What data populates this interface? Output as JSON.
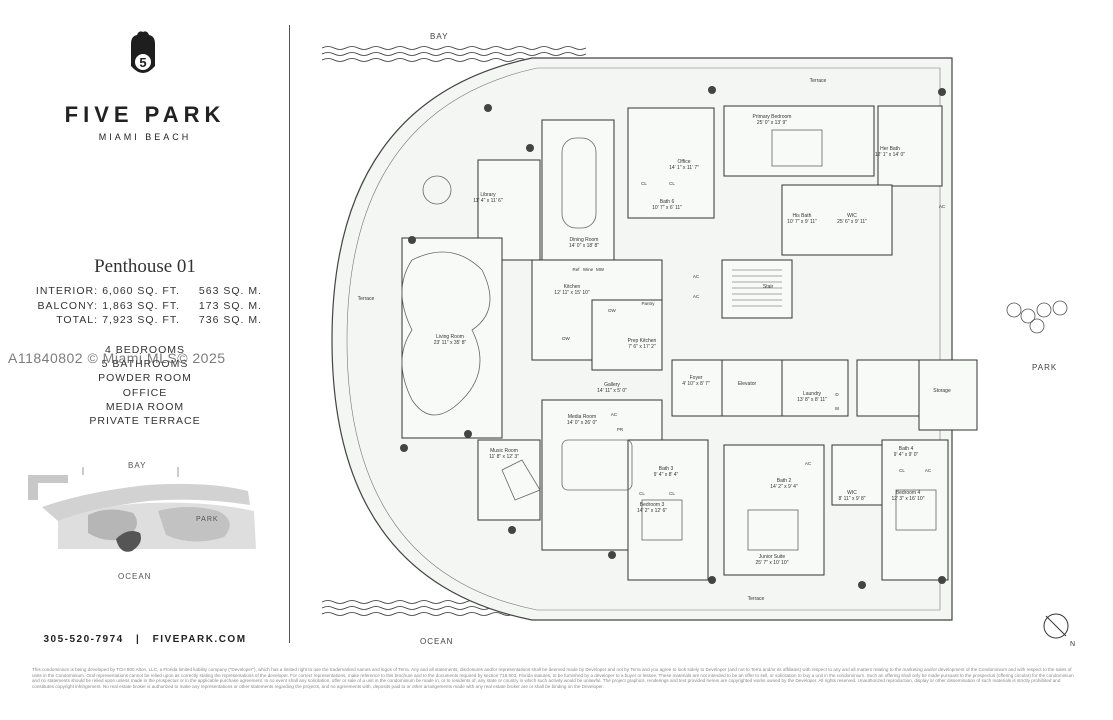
{
  "brand": {
    "name": "FIVE PARK",
    "location": "MIAMI BEACH",
    "logo_numeral": "5"
  },
  "unit": {
    "title": "Penthouse 01"
  },
  "areas": [
    {
      "label": "INTERIOR:",
      "sqft": "6,060 SQ. FT.",
      "sqm": "563 SQ. M."
    },
    {
      "label": "BALCONY:",
      "sqft": "1,863 SQ. FT.",
      "sqm": "173 SQ. M."
    },
    {
      "label": "TOTAL:",
      "sqft": "7,923 SQ. FT.",
      "sqm": "736 SQ. M."
    }
  ],
  "features": [
    "4 BEDROOMS",
    "5 BATHROOMS",
    "POWDER ROOM",
    "OFFICE",
    "MEDIA ROOM",
    "PRIVATE TERRACE"
  ],
  "watermark": "A11840802 © Miami MLS© 2025",
  "keymap": {
    "bay": "BAY",
    "park": "PARK",
    "ocean": "OCEAN"
  },
  "contact": {
    "phone": "305-520-7974",
    "separator": "|",
    "website": "FIVEPARK.COM"
  },
  "plan": {
    "orientation": {
      "top": "BAY",
      "bottom": "OCEAN",
      "right": "PARK",
      "north": "N"
    },
    "rooms": [
      {
        "name": "Terrace",
        "dims": ""
      },
      {
        "name": "Primary Bedroom",
        "dims": "25' 0\" x 13' 9\""
      },
      {
        "name": "Her Bath",
        "dims": "12' 1\" x 14' 0\""
      },
      {
        "name": "Office",
        "dims": "14' 1\" x 11' 7\""
      },
      {
        "name": "Bath 6",
        "dims": "10' 7\" x 6' 11\""
      },
      {
        "name": "His Bath",
        "dims": "10' 7\" x 9' 11\""
      },
      {
        "name": "WIC",
        "dims": "25' 6\" x 9' 11\""
      },
      {
        "name": "Library",
        "dims": "11' 4\" x 11' 6\""
      },
      {
        "name": "Dining Room",
        "dims": "14' 0\" x 18' 8\""
      },
      {
        "name": "Kitchen",
        "dims": "12' 11\" x 15' 10\""
      },
      {
        "name": "Prep Kitchen",
        "dims": "7' 6\" x 17' 2\""
      },
      {
        "name": "Stair",
        "dims": ""
      },
      {
        "name": "Living Room",
        "dims": "23' 11\" x 35' 8\""
      },
      {
        "name": "Gallery",
        "dims": "14' 11\" x 5' 0\""
      },
      {
        "name": "Foyer",
        "dims": "4' 10\" x 8' 7\""
      },
      {
        "name": "Elevator",
        "dims": ""
      },
      {
        "name": "Laundry",
        "dims": "13' 8\" x 8' 11\""
      },
      {
        "name": "Storage",
        "dims": ""
      },
      {
        "name": "Media Room",
        "dims": "14' 0\" x 26' 0\""
      },
      {
        "name": "Music Room",
        "dims": "11' 8\" x 12' 3\""
      },
      {
        "name": "Bath 3",
        "dims": "9' 4\" x 8' 4\""
      },
      {
        "name": "Bath 2",
        "dims": "14' 2\" x 9' 4\""
      },
      {
        "name": "WIC",
        "dims": "8' 11\" x 9' 8\""
      },
      {
        "name": "Bath 4",
        "dims": "9' 4\" x 9' 0\""
      },
      {
        "name": "Bedroom 3",
        "dims": "14' 2\" x 12' 6\""
      },
      {
        "name": "Junior Suite",
        "dims": "25' 7\" x 10' 10\""
      },
      {
        "name": "Bedroom 4",
        "dims": "12' 3\" x 16' 10\""
      },
      {
        "name": "Terrace",
        "dims": ""
      },
      {
        "name": "Terrace",
        "dims": ""
      }
    ],
    "fixtures": {
      "closet": "CL",
      "ac": "AC",
      "dishwasher": "DW",
      "powder_room": "PR",
      "washer": "W",
      "dryer": "D",
      "pantry": "Pantry",
      "fridge": "Ref",
      "wine": "Wine",
      "microwave": "MW"
    }
  },
  "disclaimer": "This condominium is being developed by TCH 800 Alton, LLC, a Florida limited liability company (\"Developer\"), which has a limited right to use the trademarked names and logos of Terra. Any and all statements, disclosures and/or representations shall be deemed made by Developer and not by Terra and you agree to look solely to Developer (and not to Terra and/or its affiliates) with respect to any and all matters relating to the marketing and/or development of the Condominium and with respect to the sales of units in the Condominium. Oral representations cannot be relied upon as correctly stating the representations of the developer. For correct representations, make reference to this brochure and to the documents required by section 718.503, Florida statutes, to be furnished by a developer to a buyer or lessee. These materials are not intended to be an offer to sell, or solicitation to buy a unit in the condominium. Such an offering shall only be made pursuant to the prospectus (offering circular) for the condominium and no statements should be relied upon unless made in the prospectus or in the applicable purchase agreement. In no event shall any solicitation, offer or sale of a unit in the condominium be made in, or to residents of, any state or country in which such activity would be unlawful. The project graphics, renderings and text provided herein are copyrighted works owned by the Developer. All rights reserved. Unauthorized reproduction, display or other dissemination of such materials is strictly prohibited and constitutes copyright infringement. No real estate broker is authorized to make any representations or other statements regarding the projects, and no agreements with, deposits paid to or other arrangements made with any real estate broker are or shall be binding on the Developer."
}
